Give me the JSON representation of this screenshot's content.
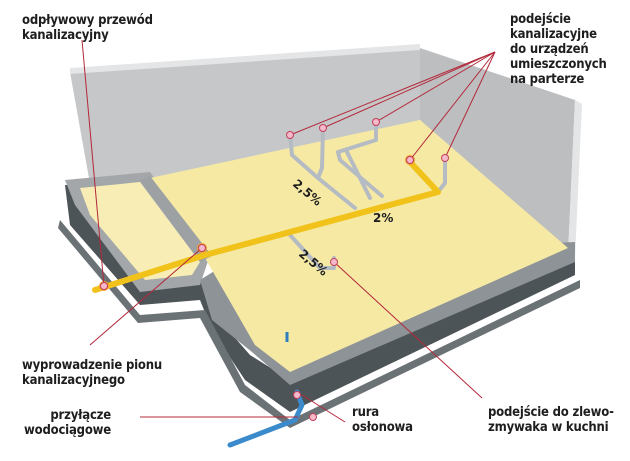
{
  "diagram": {
    "subject": "Sewage and water installation layout at ground floor / foundation level",
    "colors": {
      "floor": "#f7eaa8",
      "wall_light": "#c9cacc",
      "wall_top": "#e6e7e8",
      "foundation_dark": "#4d5457",
      "sewer_pipe": "#f2c318",
      "branch_pipe": "#b9bec4",
      "water_pipe": "#3f8fcf",
      "leader_line": "#b3283a",
      "marker": "#e98aa8"
    },
    "labels": {
      "drain_pipe": [
        "odpływowy przewód",
        "kanalizacyjny"
      ],
      "fixture_connections": [
        "podejście",
        "kanalizacyjne",
        "do urządzeń",
        "umieszczonych",
        "na parterze"
      ],
      "stack_outlet": [
        "wyprowadzenie pionu",
        "kanalizacyjnego"
      ],
      "water_connection": [
        "przyłącze",
        "wodociągowe"
      ],
      "sleeve_pipe": [
        "rura",
        "osłonowa"
      ],
      "sink_connection": [
        "podejście do zlewo-",
        "zmywaka w kuchni"
      ]
    },
    "slopes": {
      "upper_branch": "2,5%",
      "main_pipe": "2%",
      "lower_branch": "2,5%"
    }
  }
}
